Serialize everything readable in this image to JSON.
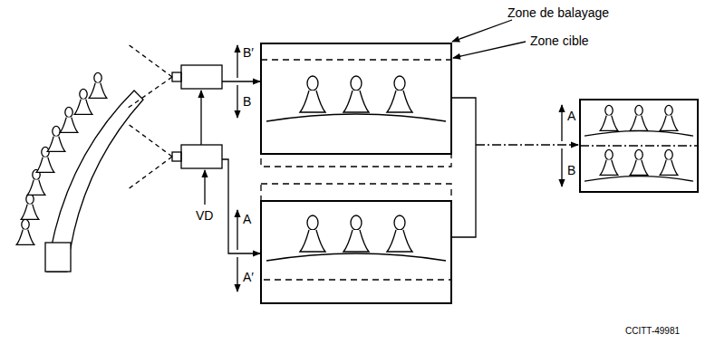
{
  "diagram": {
    "labels": [
      "Zone de balayage",
      "Zone cible",
      "B′",
      "B",
      "A",
      "A′",
      "VD",
      "A",
      "B",
      "CCITT-49981"
    ]
  }
}
